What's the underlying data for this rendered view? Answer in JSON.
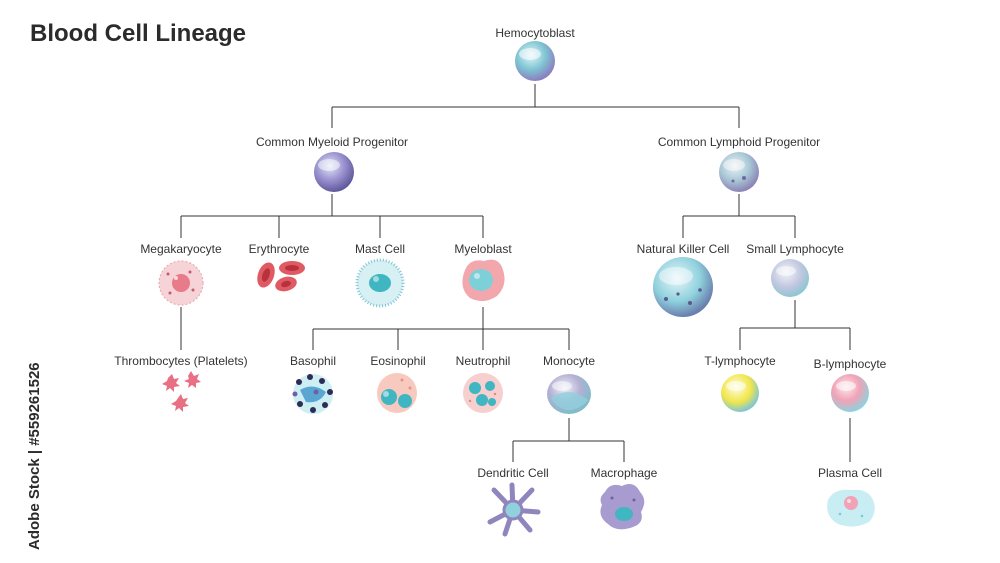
{
  "title": "Blood Cell Lineage",
  "watermark": "Adobe Stock | #559261526",
  "nodes": {
    "hemocytoblast": "Hemocytoblast",
    "myeloid": "Common Myeloid Progenitor",
    "lymphoid": "Common Lymphoid Progenitor",
    "megakaryocyte": "Megakaryocyte",
    "erythrocyte": "Erythrocyte",
    "mast": "Mast Cell",
    "myeloblast": "Myeloblast",
    "nk": "Natural Killer Cell",
    "small_lymph": "Small Lymphocyte",
    "thrombocytes": "Thrombocytes (Platelets)",
    "basophil": "Basophil",
    "eosinophil": "Eosinophil",
    "neutrophil": "Neutrophil",
    "monocyte": "Monocyte",
    "t_lymph": "T-lymphocyte",
    "b_lymph": "B-lymphocyte",
    "dendritic": "Dendritic Cell",
    "macrophage": "Macrophage",
    "plasma": "Plasma Cell"
  },
  "colors": {
    "connector": "#333333",
    "stem": "#7fc6d3",
    "myeloid": "#7a6fb3",
    "red": "#d9534f",
    "pink": "#f2b6b8",
    "teal": "#3fb6c1",
    "lavender": "#a79bcf",
    "yellow": "#f1e64c"
  }
}
